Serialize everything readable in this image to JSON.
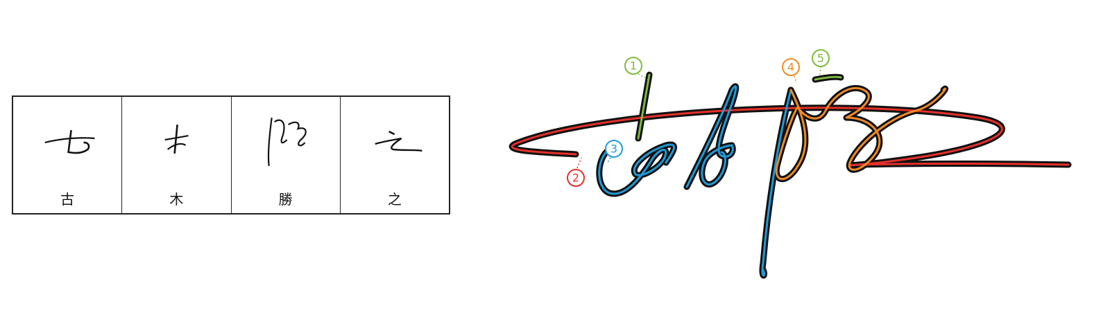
{
  "table": {
    "cells": [
      {
        "char": "古"
      },
      {
        "char": "木"
      },
      {
        "char": "勝"
      },
      {
        "char": "之"
      }
    ]
  },
  "markers": [
    {
      "label": "1",
      "color": "#7dbb3c"
    },
    {
      "label": "2",
      "color": "#e5302a"
    },
    {
      "label": "3",
      "color": "#1f9ad6"
    },
    {
      "label": "4",
      "color": "#f08a24"
    },
    {
      "label": "5",
      "color": "#7dbb3c"
    }
  ]
}
